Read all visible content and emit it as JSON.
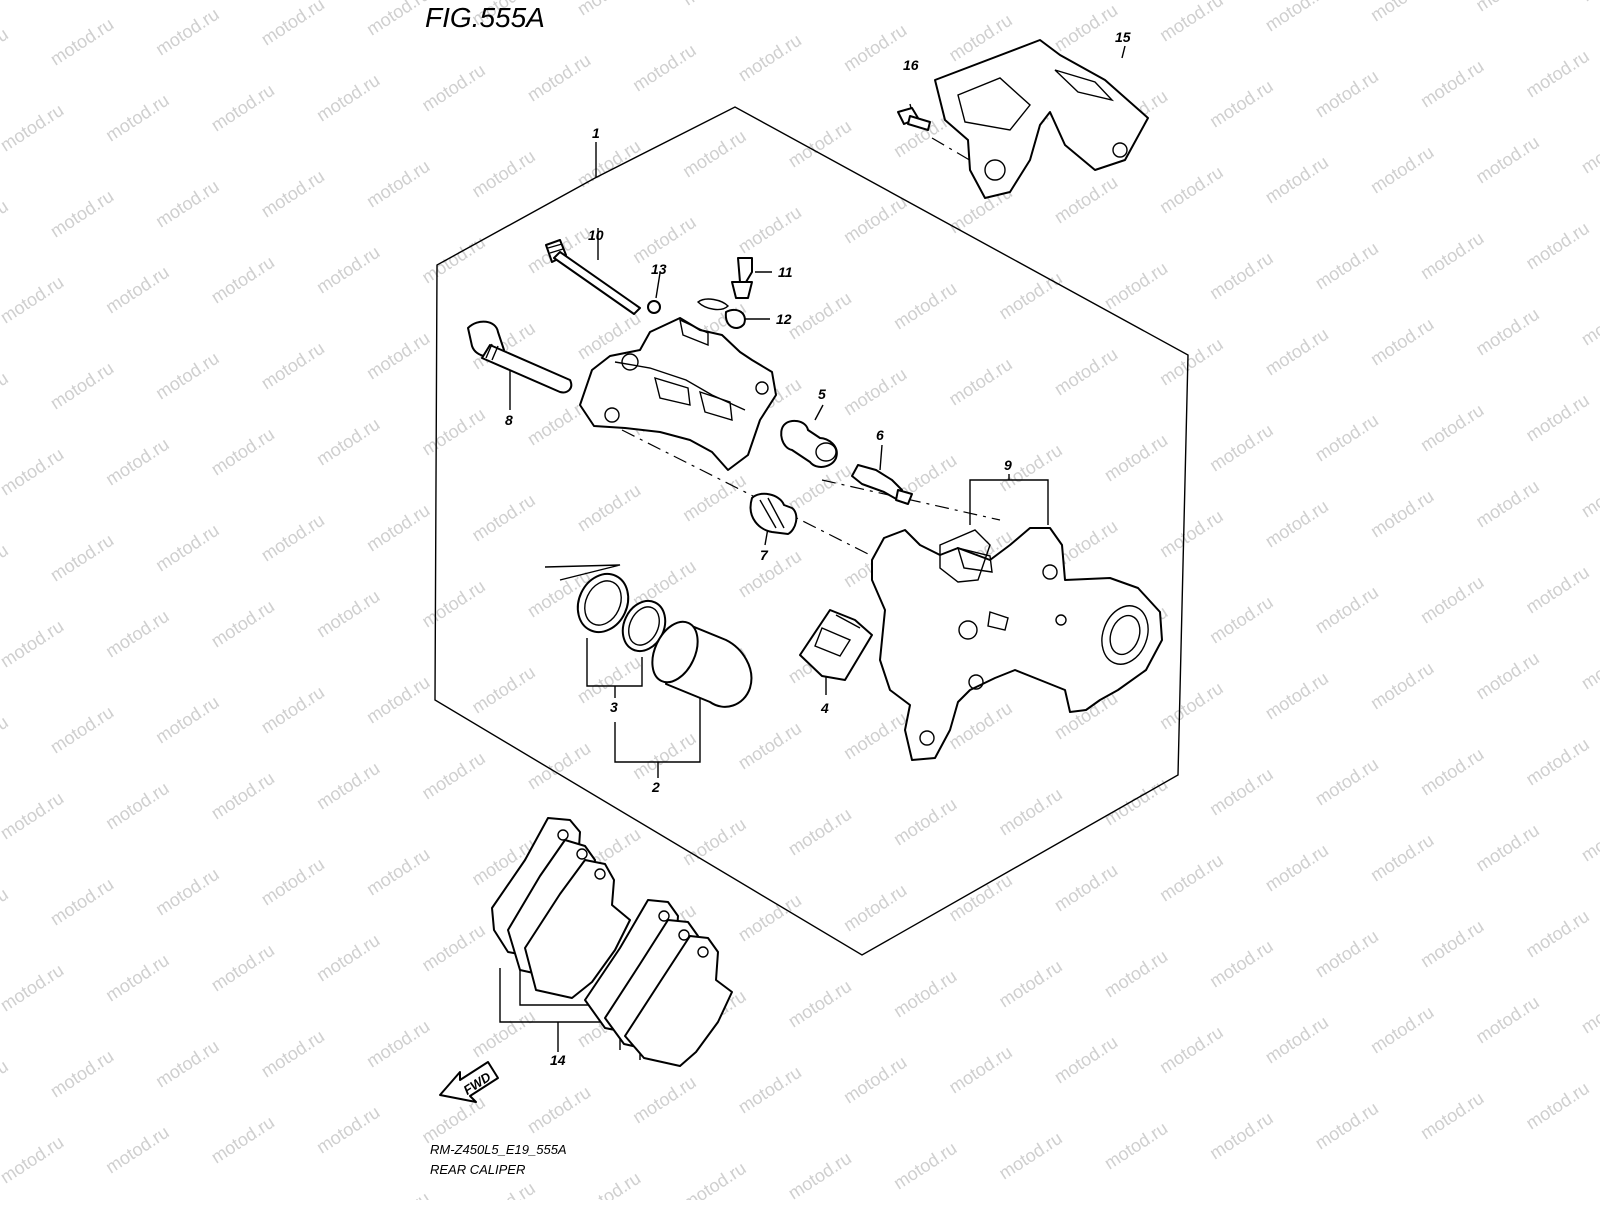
{
  "figure": {
    "title": "FIG.555A",
    "model_code": "RM-Z450L5_E19_555A",
    "name": "REAR CALIPER",
    "watermark": "motod.ru",
    "fwd_label": "FWD"
  },
  "callouts": {
    "c1": "1",
    "c2": "2",
    "c3": "3",
    "c4": "4",
    "c5": "5",
    "c6": "6",
    "c7": "7",
    "c8": "8",
    "c9": "9",
    "c10": "10",
    "c11": "11",
    "c12": "12",
    "c13": "13",
    "c14": "14",
    "c15": "15",
    "c16": "16"
  }
}
